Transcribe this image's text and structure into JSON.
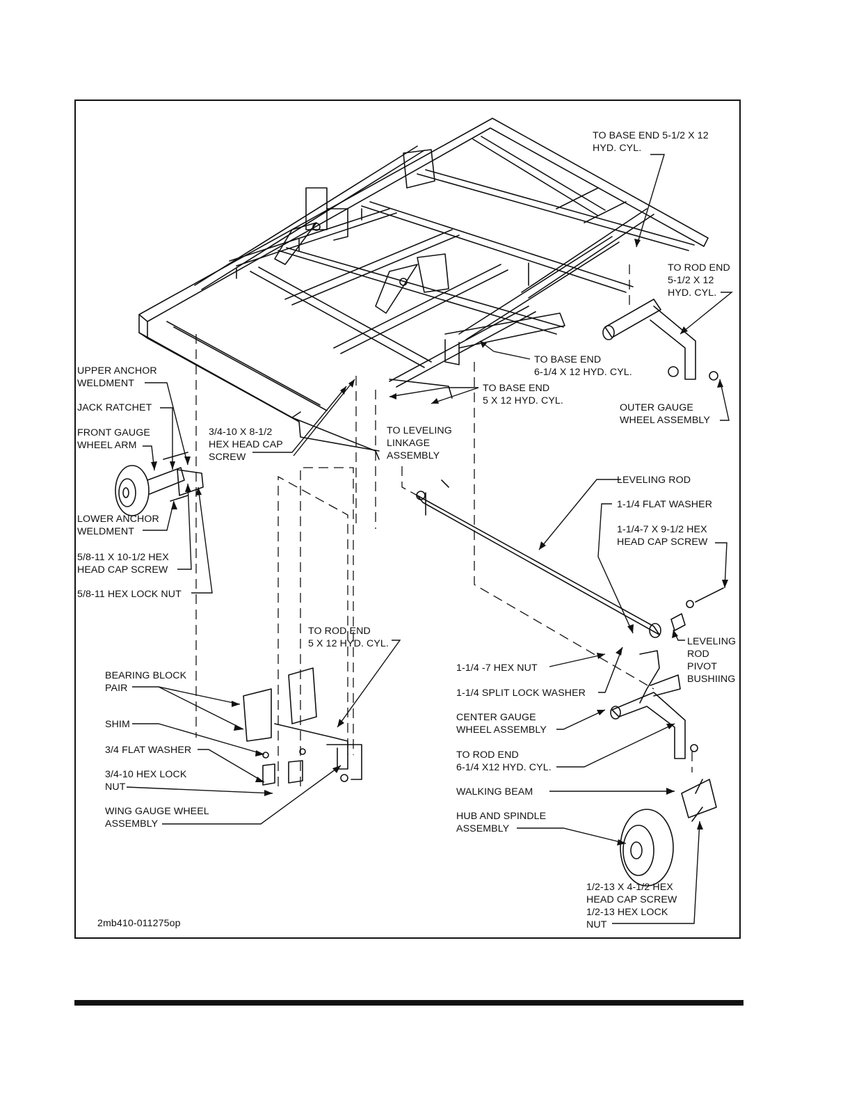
{
  "diagram": {
    "figure_id": "2mb410-011275op",
    "labels": {
      "base_end_512": "TO BASE END 5-1/2 X 12\nHYD. CYL.",
      "rod_end_512": "TO ROD END\n5-1/2 X 12\nHYD. CYL.",
      "base_end_614": "TO BASE END\n6-1/4 X 12 HYD. CYL.",
      "base_end_5": "TO BASE END\n5 X 12 HYD. CYL.",
      "outer_gauge": "OUTER GAUGE\nWHEEL ASSEMBLY",
      "upper_anchor": "UPPER ANCHOR\nWELDMENT",
      "jack_ratchet": "JACK RATCHET",
      "front_gauge_arm": "FRONT GAUGE\nWHEEL ARM",
      "lower_anchor": "LOWER ANCHOR\nWELDMENT",
      "cap_screw_58": "5/8-11 X 10-1/2 HEX\nHEAD CAP SCREW",
      "lock_nut_58": "5/8-11 HEX LOCK NUT",
      "cap_screw_34": "3/4-10 X 8-1/2\nHEX HEAD CAP\nSCREW",
      "leveling_linkage": "TO LEVELING\nLINKAGE\nASSEMBLY",
      "leveling_rod": "LEVELING ROD",
      "flat_washer_114": "1-1/4 FLAT WASHER",
      "cap_screw_114": "1-1/4-7 X 9-1/2 HEX\nHEAD CAP SCREW",
      "pivot_bushing": "LEVELING\nROD\nPIVOT\nBUSHIING",
      "hex_nut_114": "1-1/4 -7 HEX NUT",
      "split_lock_114": "1-1/4 SPLIT LOCK WASHER",
      "center_gauge": "CENTER GAUGE\nWHEEL ASSEMBLY",
      "rod_end_614": "TO ROD END\n6-1/4 X12 HYD. CYL.",
      "walking_beam": "WALKING BEAM",
      "hub_spindle": "HUB AND SPINDLE\nASSEMBLY",
      "cap_screw_12": "1/2-13 X 4-1/2 HEX\nHEAD CAP SCREW\n1/2-13 HEX LOCK\nNUT",
      "rod_end_5": "TO ROD END\n5 X 12 HYD. CYL.",
      "bearing_block": "BEARING BLOCK\nPAIR",
      "shim": "SHIM",
      "flat_washer_34": "3/4 FLAT WASHER",
      "lock_nut_34": "3/4-10 HEX LOCK\nNUT",
      "wing_gauge": "WING GAUGE WHEEL\nASSEMBLY"
    }
  }
}
